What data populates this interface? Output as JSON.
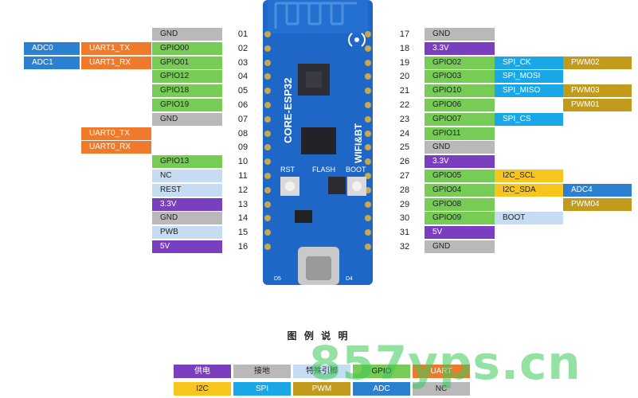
{
  "colors": {
    "gray": "#b9b9b9",
    "green": "#76cc55",
    "purple": "#7a3fbf",
    "blue": "#2b80d2",
    "orange": "#f07a2c",
    "cyan": "#1aa7e8",
    "yellow": "#f7c51d",
    "olive": "#c29a1c",
    "light": "#c5dcf2",
    "board": "#1e67c7"
  },
  "left_pins": [
    {
      "num": "01",
      "fn": [
        {
          "t": "GND",
          "c": "gray"
        }
      ]
    },
    {
      "num": "02",
      "fn": [
        {
          "t": "GPIO00",
          "c": "green"
        },
        {
          "t": "UART1_TX",
          "c": "orange"
        },
        {
          "t": "ADC0",
          "c": "blue"
        }
      ]
    },
    {
      "num": "03",
      "fn": [
        {
          "t": "GPIO01",
          "c": "green"
        },
        {
          "t": "UART1_RX",
          "c": "orange"
        },
        {
          "t": "ADC1",
          "c": "blue"
        }
      ]
    },
    {
      "num": "04",
      "fn": [
        {
          "t": "GPIO12",
          "c": "green"
        }
      ]
    },
    {
      "num": "05",
      "fn": [
        {
          "t": "GPIO18",
          "c": "green"
        }
      ]
    },
    {
      "num": "06",
      "fn": [
        {
          "t": "GPIO19",
          "c": "green"
        }
      ]
    },
    {
      "num": "07",
      "fn": [
        {
          "t": "GND",
          "c": "gray"
        }
      ]
    },
    {
      "num": "08",
      "fn": [
        null,
        {
          "t": "UART0_TX",
          "c": "orange"
        }
      ]
    },
    {
      "num": "09",
      "fn": [
        null,
        {
          "t": "UART0_RX",
          "c": "orange"
        }
      ]
    },
    {
      "num": "10",
      "fn": [
        {
          "t": "GPIO13",
          "c": "green"
        }
      ]
    },
    {
      "num": "11",
      "fn": [
        {
          "t": "NC",
          "c": "light"
        }
      ]
    },
    {
      "num": "12",
      "fn": [
        {
          "t": "REST",
          "c": "light"
        }
      ]
    },
    {
      "num": "13",
      "fn": [
        {
          "t": "3.3V",
          "c": "purple"
        }
      ]
    },
    {
      "num": "14",
      "fn": [
        {
          "t": "GND",
          "c": "gray"
        }
      ]
    },
    {
      "num": "15",
      "fn": [
        {
          "t": "PWB",
          "c": "light"
        }
      ]
    },
    {
      "num": "16",
      "fn": [
        {
          "t": "5V",
          "c": "purple"
        }
      ]
    }
  ],
  "right_pins": [
    {
      "num": "17",
      "fn": [
        {
          "t": "GND",
          "c": "gray"
        }
      ]
    },
    {
      "num": "18",
      "fn": [
        {
          "t": "3.3V",
          "c": "purple"
        }
      ]
    },
    {
      "num": "19",
      "fn": [
        {
          "t": "GPIO02",
          "c": "green"
        },
        {
          "t": "SPI_CK",
          "c": "cyan"
        },
        {
          "t": "PWM02",
          "c": "olive"
        }
      ]
    },
    {
      "num": "20",
      "fn": [
        {
          "t": "GPIO03",
          "c": "green"
        },
        {
          "t": "SPI_MOSI",
          "c": "cyan"
        }
      ]
    },
    {
      "num": "21",
      "fn": [
        {
          "t": "GPIO10",
          "c": "green"
        },
        {
          "t": "SPI_MISO",
          "c": "cyan"
        },
        {
          "t": "PWM03",
          "c": "olive"
        }
      ]
    },
    {
      "num": "22",
      "fn": [
        {
          "t": "GPIO06",
          "c": "green"
        },
        null,
        {
          "t": "PWM01",
          "c": "olive"
        }
      ]
    },
    {
      "num": "23",
      "fn": [
        {
          "t": "GPIO07",
          "c": "green"
        },
        {
          "t": "SPI_CS",
          "c": "cyan"
        }
      ]
    },
    {
      "num": "24",
      "fn": [
        {
          "t": "GPIO11",
          "c": "green"
        }
      ]
    },
    {
      "num": "25",
      "fn": [
        {
          "t": "GND",
          "c": "gray"
        }
      ]
    },
    {
      "num": "26",
      "fn": [
        {
          "t": "3.3V",
          "c": "purple"
        }
      ]
    },
    {
      "num": "27",
      "fn": [
        {
          "t": "GPIO05",
          "c": "green"
        },
        {
          "t": "I2C_SCL",
          "c": "yellow"
        }
      ]
    },
    {
      "num": "28",
      "fn": [
        {
          "t": "GPIO04",
          "c": "green"
        },
        {
          "t": "I2C_SDA",
          "c": "yellow"
        },
        {
          "t": "ADC4",
          "c": "blue"
        }
      ]
    },
    {
      "num": "29",
      "fn": [
        {
          "t": "GPIO08",
          "c": "green"
        },
        null,
        {
          "t": "PWM04",
          "c": "olive"
        }
      ]
    },
    {
      "num": "30",
      "fn": [
        {
          "t": "GPIO09",
          "c": "green"
        },
        {
          "t": "BOOT",
          "c": "light"
        }
      ]
    },
    {
      "num": "31",
      "fn": [
        {
          "t": "5V",
          "c": "purple"
        }
      ]
    },
    {
      "num": "32",
      "fn": [
        {
          "t": "GND",
          "c": "gray"
        }
      ]
    }
  ],
  "board": {
    "name": "CORE-ESP32",
    "wifi": "WIFI&BT",
    "rst": "RST",
    "flash": "FLASH",
    "boot": "BOOT",
    "d5": "D5",
    "d4": "D4"
  },
  "legend": {
    "title": "图 例 说 明",
    "items": [
      {
        "t": "供电",
        "c": "purple"
      },
      {
        "t": "接地",
        "c": "gray"
      },
      {
        "t": "特殊引脚",
        "c": "light"
      },
      {
        "t": "GPIO",
        "c": "green"
      },
      {
        "t": "UART",
        "c": "orange"
      },
      {
        "t": "I2C",
        "c": "yellow"
      },
      {
        "t": "SPI",
        "c": "cyan"
      },
      {
        "t": "PWM",
        "c": "olive"
      },
      {
        "t": "ADC",
        "c": "blue"
      },
      {
        "t": "NC",
        "c": "gray"
      }
    ]
  },
  "watermark": "857yps.cn"
}
